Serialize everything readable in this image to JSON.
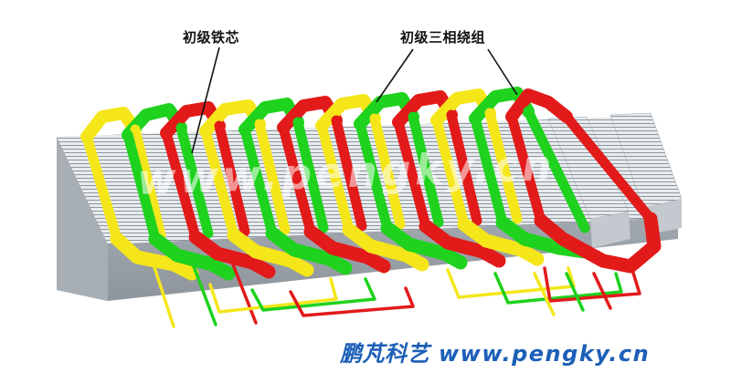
{
  "diagram": {
    "subject": "linear motor primary",
    "labels": {
      "core": "初级铁芯",
      "winding": "初级三相绕组"
    },
    "watermark": "www.pengky.cn",
    "footer": {
      "brand": "鹏芃科艺",
      "url": "www.pengky.cn"
    },
    "colors": {
      "phase_a": "#f5e61a",
      "phase_b": "#1ed21e",
      "phase_c": "#e21a1a",
      "core": "#c9cfd4",
      "core_shadow": "#9aa1a7",
      "footer_text": "#1c5fb8"
    },
    "components": [
      {
        "name": "primary iron core",
        "description": "laminated steel stack with slots"
      },
      {
        "name": "three-phase winding",
        "phases": [
          "yellow",
          "green",
          "red"
        ],
        "coil_count": 12
      }
    ]
  }
}
